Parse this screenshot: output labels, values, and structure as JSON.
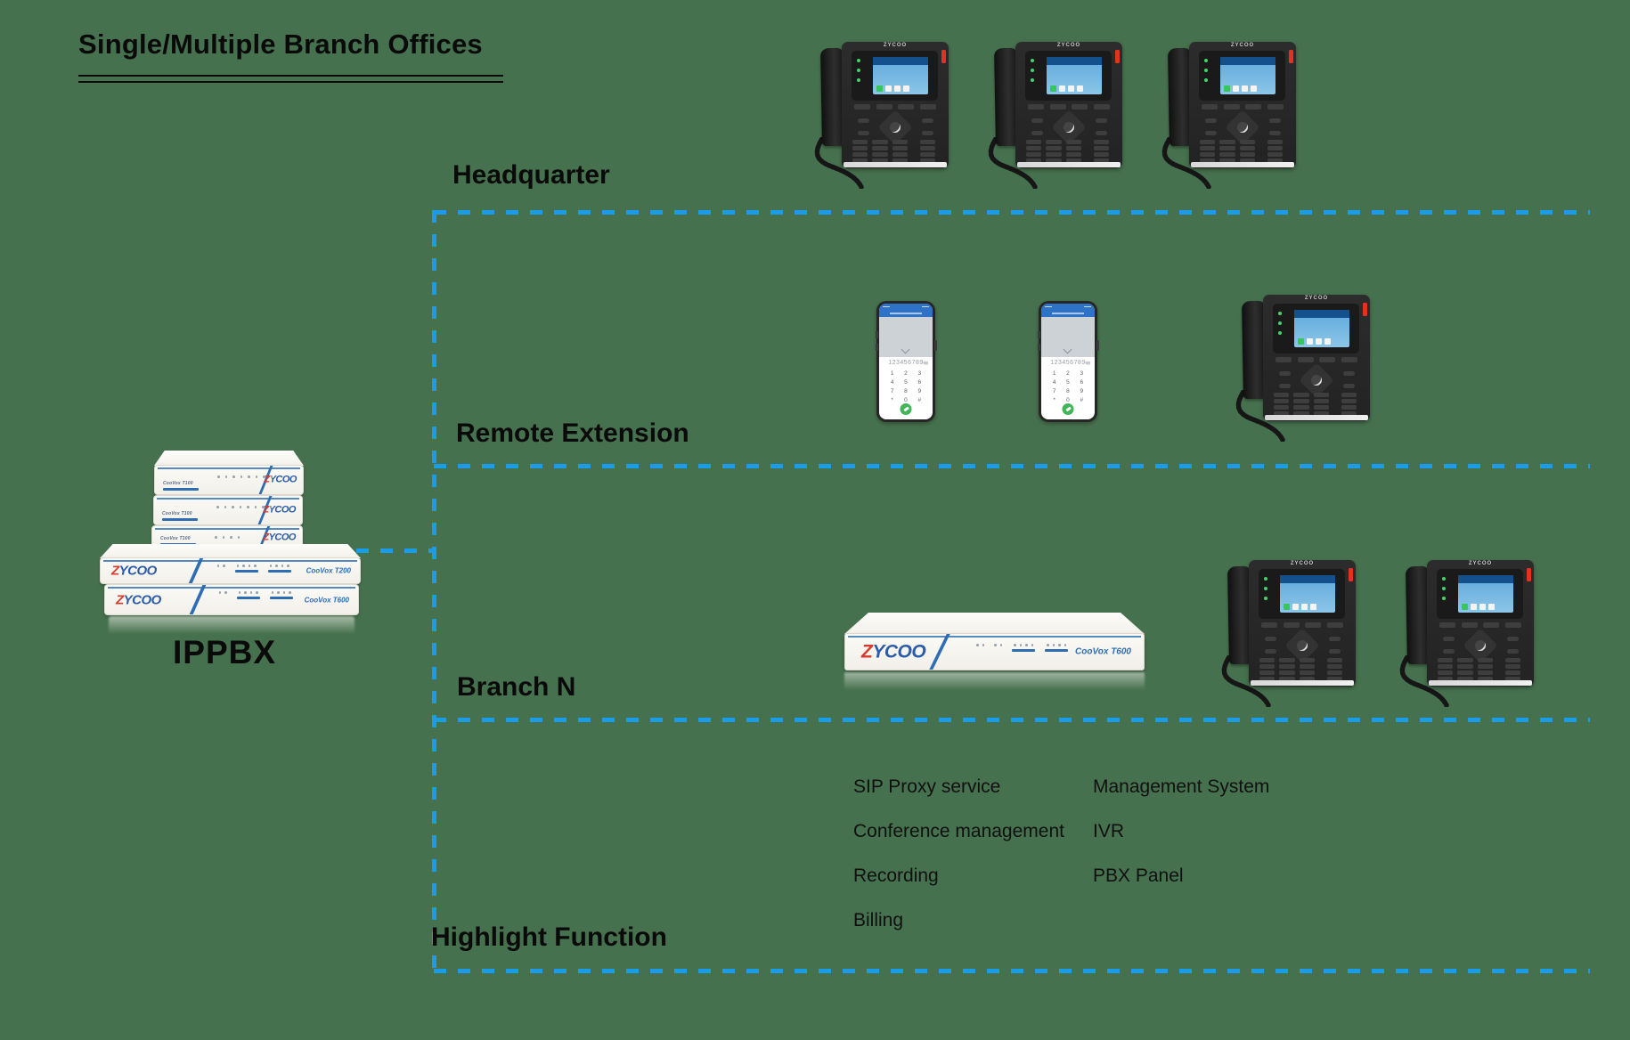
{
  "title": "Single/Multiple Branch Offices",
  "colors": {
    "background": "#46714E",
    "dash": "#1B9CE8",
    "logo_red": "#D93A2B",
    "logo_blue": "#2B5CA9",
    "stripe": "#2E6DB4",
    "ink": "#0A0A0A"
  },
  "sections": {
    "headquarter": {
      "label": "Headquarter"
    },
    "remote_extension": {
      "label": "Remote Extension"
    },
    "branch_n": {
      "label": "Branch N"
    },
    "highlight_function": {
      "label": "Highlight Function"
    }
  },
  "ippbx": {
    "label": "IPPBX",
    "brand": "ZYCOO",
    "small_units": [
      {
        "model": "CooVox T100"
      },
      {
        "model": "CooVox T100"
      },
      {
        "model": "CooVox T100"
      }
    ],
    "large_units": [
      {
        "model": "CooVox T200"
      },
      {
        "model": "CooVox T600"
      }
    ]
  },
  "branch_device": {
    "brand": "ZYCOO",
    "model": "CooVox T600"
  },
  "deskphone": {
    "brand": "ZYCOO"
  },
  "smartphone": {
    "dialed": "123456789",
    "keypad": [
      "1",
      "2",
      "3",
      "4",
      "5",
      "6",
      "7",
      "8",
      "9",
      "*",
      "0",
      "#"
    ]
  },
  "features": {
    "left": [
      "SIP Proxy service",
      "Conference management",
      "Recording",
      "Billing"
    ],
    "right": [
      "Management System",
      "IVR",
      "PBX Panel"
    ]
  }
}
